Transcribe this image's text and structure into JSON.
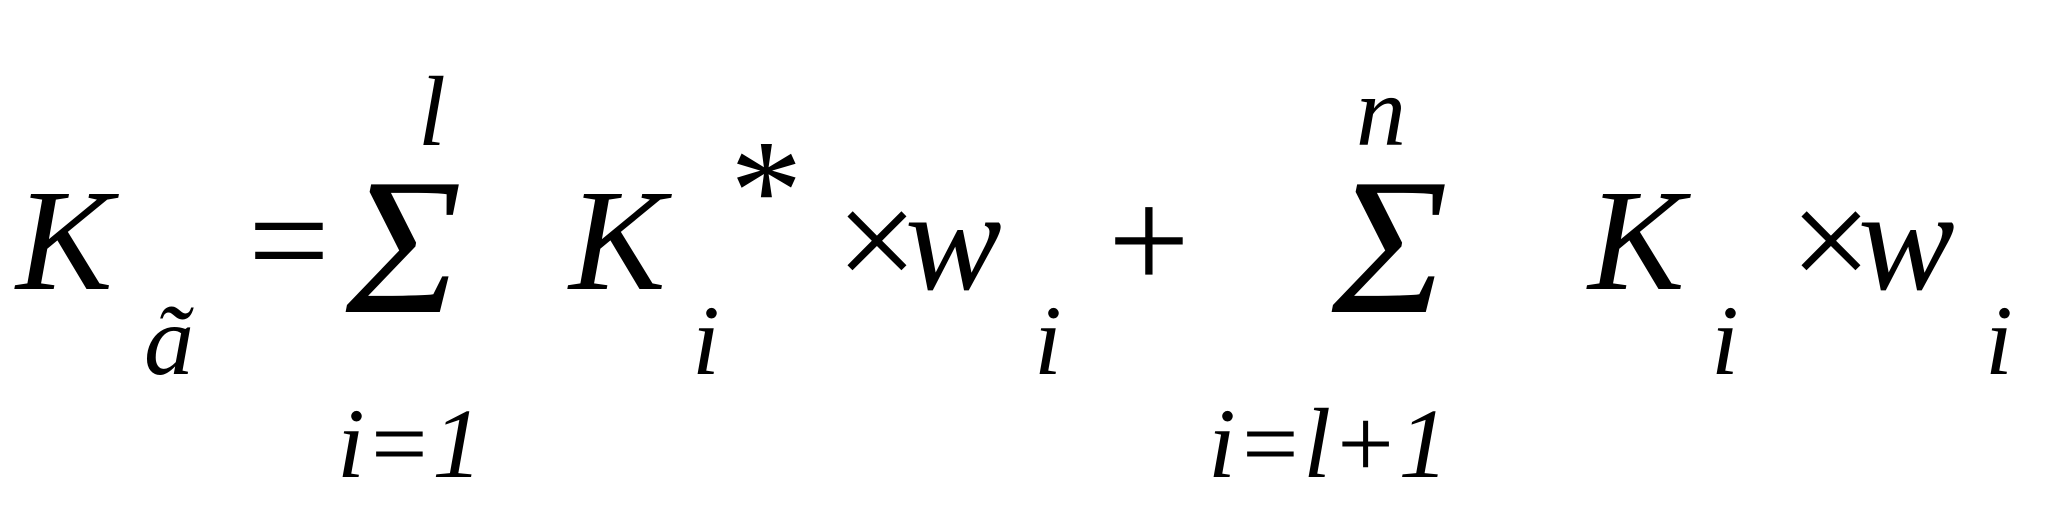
{
  "formula": {
    "lhs": {
      "symbol": "K",
      "subscript": "ã"
    },
    "equals": "=",
    "sum1": {
      "symbol": "Σ",
      "upper": "l",
      "lower": "i=1",
      "term_symbol": "K",
      "term_subscript": "i",
      "term_superscript": "*",
      "times": "×",
      "weight": "w",
      "weight_subscript": "i"
    },
    "plus": "+",
    "sum2": {
      "symbol": "Σ",
      "upper": "n",
      "lower": "i=l+1",
      "term_symbol": "K",
      "term_subscript": "i",
      "times": "×",
      "weight": "w",
      "weight_subscript": "i"
    }
  }
}
